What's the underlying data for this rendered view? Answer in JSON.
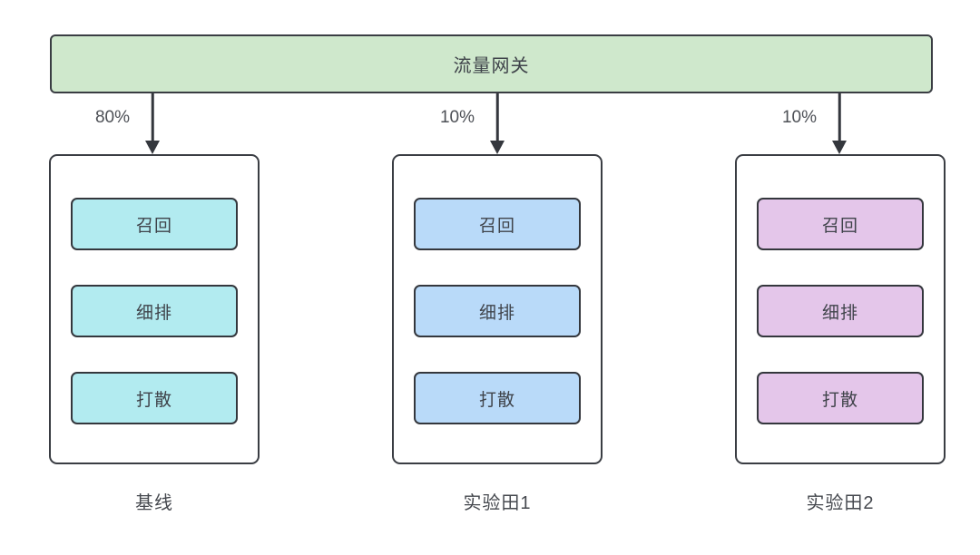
{
  "gateway": {
    "label": "流量网关",
    "fill": "#cfe8cc"
  },
  "branches": [
    {
      "percent": "80%",
      "name": "基线",
      "stage_fill": "#b2ebf0",
      "stages": [
        "召回",
        "细排",
        "打散"
      ]
    },
    {
      "percent": "10%",
      "name": "实验田1",
      "stage_fill": "#b9daf9",
      "stages": [
        "召回",
        "细排",
        "打散"
      ]
    },
    {
      "percent": "10%",
      "name": "实验田2",
      "stage_fill": "#e4c6ea",
      "stages": [
        "召回",
        "细排",
        "打散"
      ]
    }
  ],
  "colors": {
    "background": "#ffffff",
    "border": "#3a3d43",
    "arrow": "#34373d",
    "text": "#3f434a"
  }
}
